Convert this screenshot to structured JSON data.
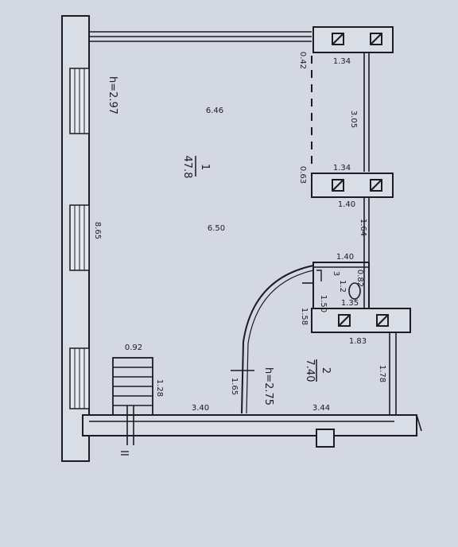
{
  "room1": {
    "number": "1",
    "area": "47.8",
    "height": "h=2.97"
  },
  "room2": {
    "number": "2",
    "area": "7.40",
    "height": "h=2.75"
  },
  "room3": {
    "number": "3",
    "area": "1.2"
  },
  "dims": {
    "d_646": "6.46",
    "d_650": "6.50",
    "d_865": "8.65",
    "d_305": "3.05",
    "d_134a": "1.34",
    "d_134b": "1.34",
    "d_042": "0.42",
    "d_063": "0.63",
    "d_140a": "1.40",
    "d_164": "1.64",
    "d_140b": "1.40",
    "d_082": "0.82",
    "d_150": "1.50",
    "d_135": "1.35",
    "d_158": "1.58",
    "d_183": "1.83",
    "d_178": "1.78",
    "d_344": "3.44",
    "d_340": "3.40",
    "d_165": "1.65",
    "d_092": "0.92",
    "d_128": "1.28"
  },
  "stair_mark": "II"
}
